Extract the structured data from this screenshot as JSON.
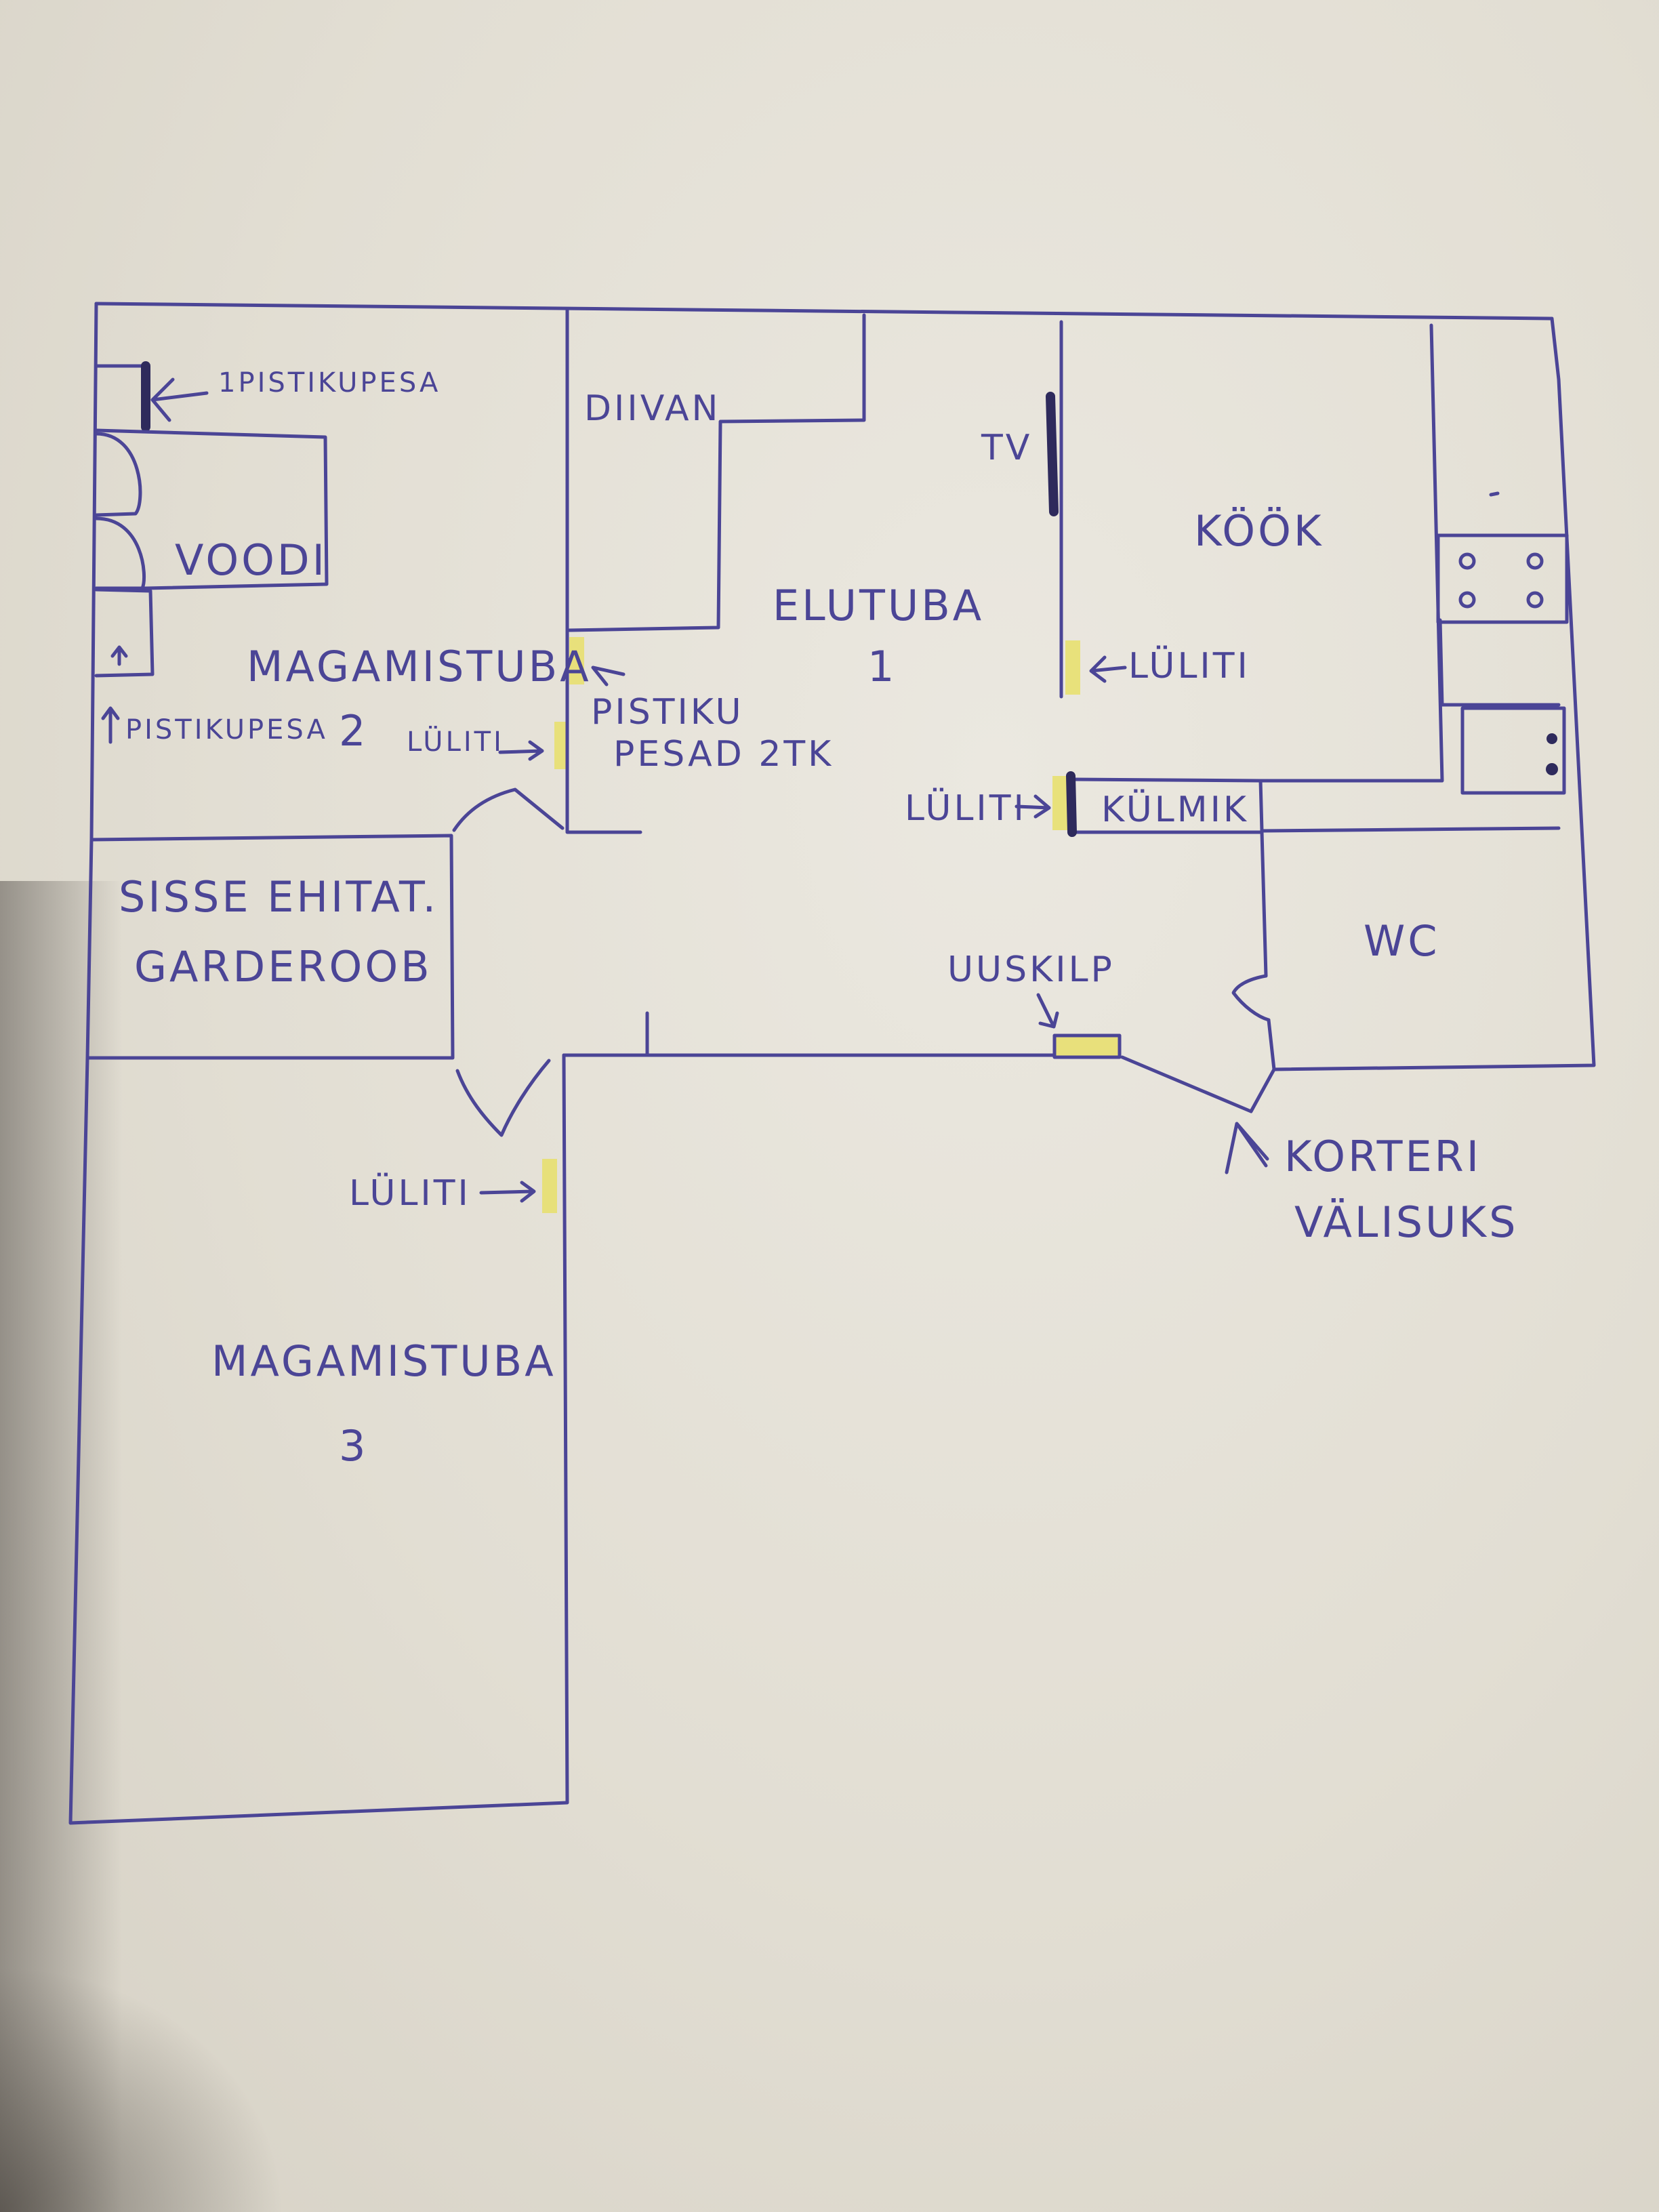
{
  "title": "Korteri plaan",
  "rooms": {
    "bedroom2": {
      "name": "MAGAMISTUBA",
      "number": "2"
    },
    "living": {
      "name": "ELUTUBA",
      "number": "1"
    },
    "kitchen": {
      "name": "KÖÖK"
    },
    "wardrobe": {
      "line1": "SISSE EHITAT.",
      "line2": "GARDEROOB"
    },
    "wc": {
      "name": "WC"
    },
    "bedroom3": {
      "name": "MAGAMISTUBA",
      "number": "3"
    }
  },
  "furniture": {
    "bed": "VOODI",
    "sofa": "DIIVAN",
    "tv": "TV",
    "fridge": "KÜLMIK"
  },
  "annotations": {
    "socket_top": "1PISTIKUPESA",
    "socket_bottom": "PISTIKUPESA",
    "switch_bedroom2": "LÜLITI",
    "sockets_living_line1": "PISTIKU",
    "sockets_living_line2": "PESAD 2TK",
    "switch_kitchen": "LÜLITI",
    "switch_fridge": "LÜLITI",
    "fusebox": "UUSKILP",
    "entrance_line1": "KORTERI",
    "entrance_line2": "VÄLISUKS",
    "switch_bedroom3": "LÜLITI"
  },
  "colors": {
    "ink": "#4b4596",
    "highlight": "#e8df6a",
    "paper": "#e4e0d6"
  }
}
